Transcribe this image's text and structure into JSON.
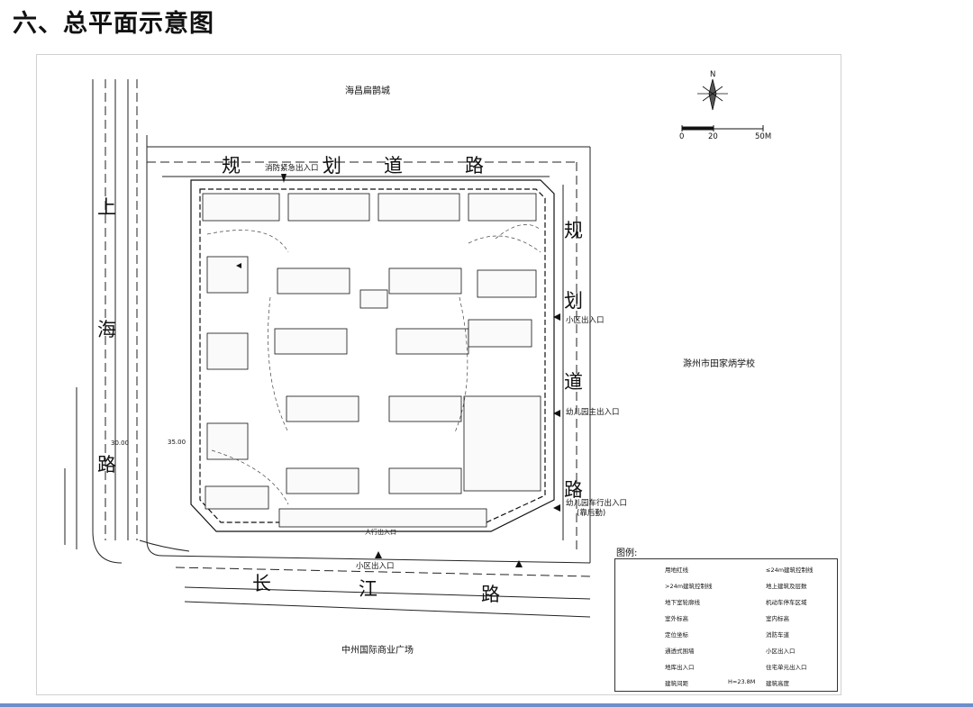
{
  "title": "六、总平面示意图",
  "plan": {
    "top_neighbor": "海昌扁鹊城",
    "bottom_neighbor": "中州国际商业广场",
    "right_neighbor": "滁州市田家炳学校",
    "north_label": "N",
    "scale": {
      "ticks": [
        "0",
        "20",
        "50M"
      ]
    },
    "roads": {
      "top": [
        "规",
        "划",
        "道",
        "路"
      ],
      "left": [
        "上",
        "海",
        "路"
      ],
      "right": [
        "规",
        "划",
        "道",
        "路"
      ],
      "bottom": [
        "长",
        "江",
        "路"
      ]
    },
    "entrances": {
      "fire_emergency": "消防紧急出入口",
      "community_right": "小区出入口",
      "kindergarten_main": "幼儿园主出入口",
      "kindergarten_vehicle": "幼儿园车行出入口",
      "kindergarten_vehicle_note": "(靠后勤)",
      "community_bottom": "小区出入口",
      "pedestrian": "人行出入口"
    },
    "dims": {
      "road_left_a": "35.00",
      "road_left_b": "30.00"
    },
    "legend": {
      "title": "图例:",
      "items": [
        {
          "label": "用地红线"
        },
        {
          "label": "≤24m建筑控制线"
        },
        {
          "label": ">24m建筑控制线"
        },
        {
          "label": "地上建筑及层数"
        },
        {
          "label": "地下室轮廓线"
        },
        {
          "label": "机动车停车区域"
        },
        {
          "label": "室外标高"
        },
        {
          "label": "室内标高"
        },
        {
          "label": "定位坐标"
        },
        {
          "label": "消防车道"
        },
        {
          "label": "通透式围墙"
        },
        {
          "label": "小区出入口"
        },
        {
          "label": "地库出入口"
        },
        {
          "label": "住宅单元出入口"
        },
        {
          "label": "建筑间距"
        },
        {
          "label": "建筑高度"
        }
      ],
      "height_sample": "H=23.8M"
    }
  }
}
